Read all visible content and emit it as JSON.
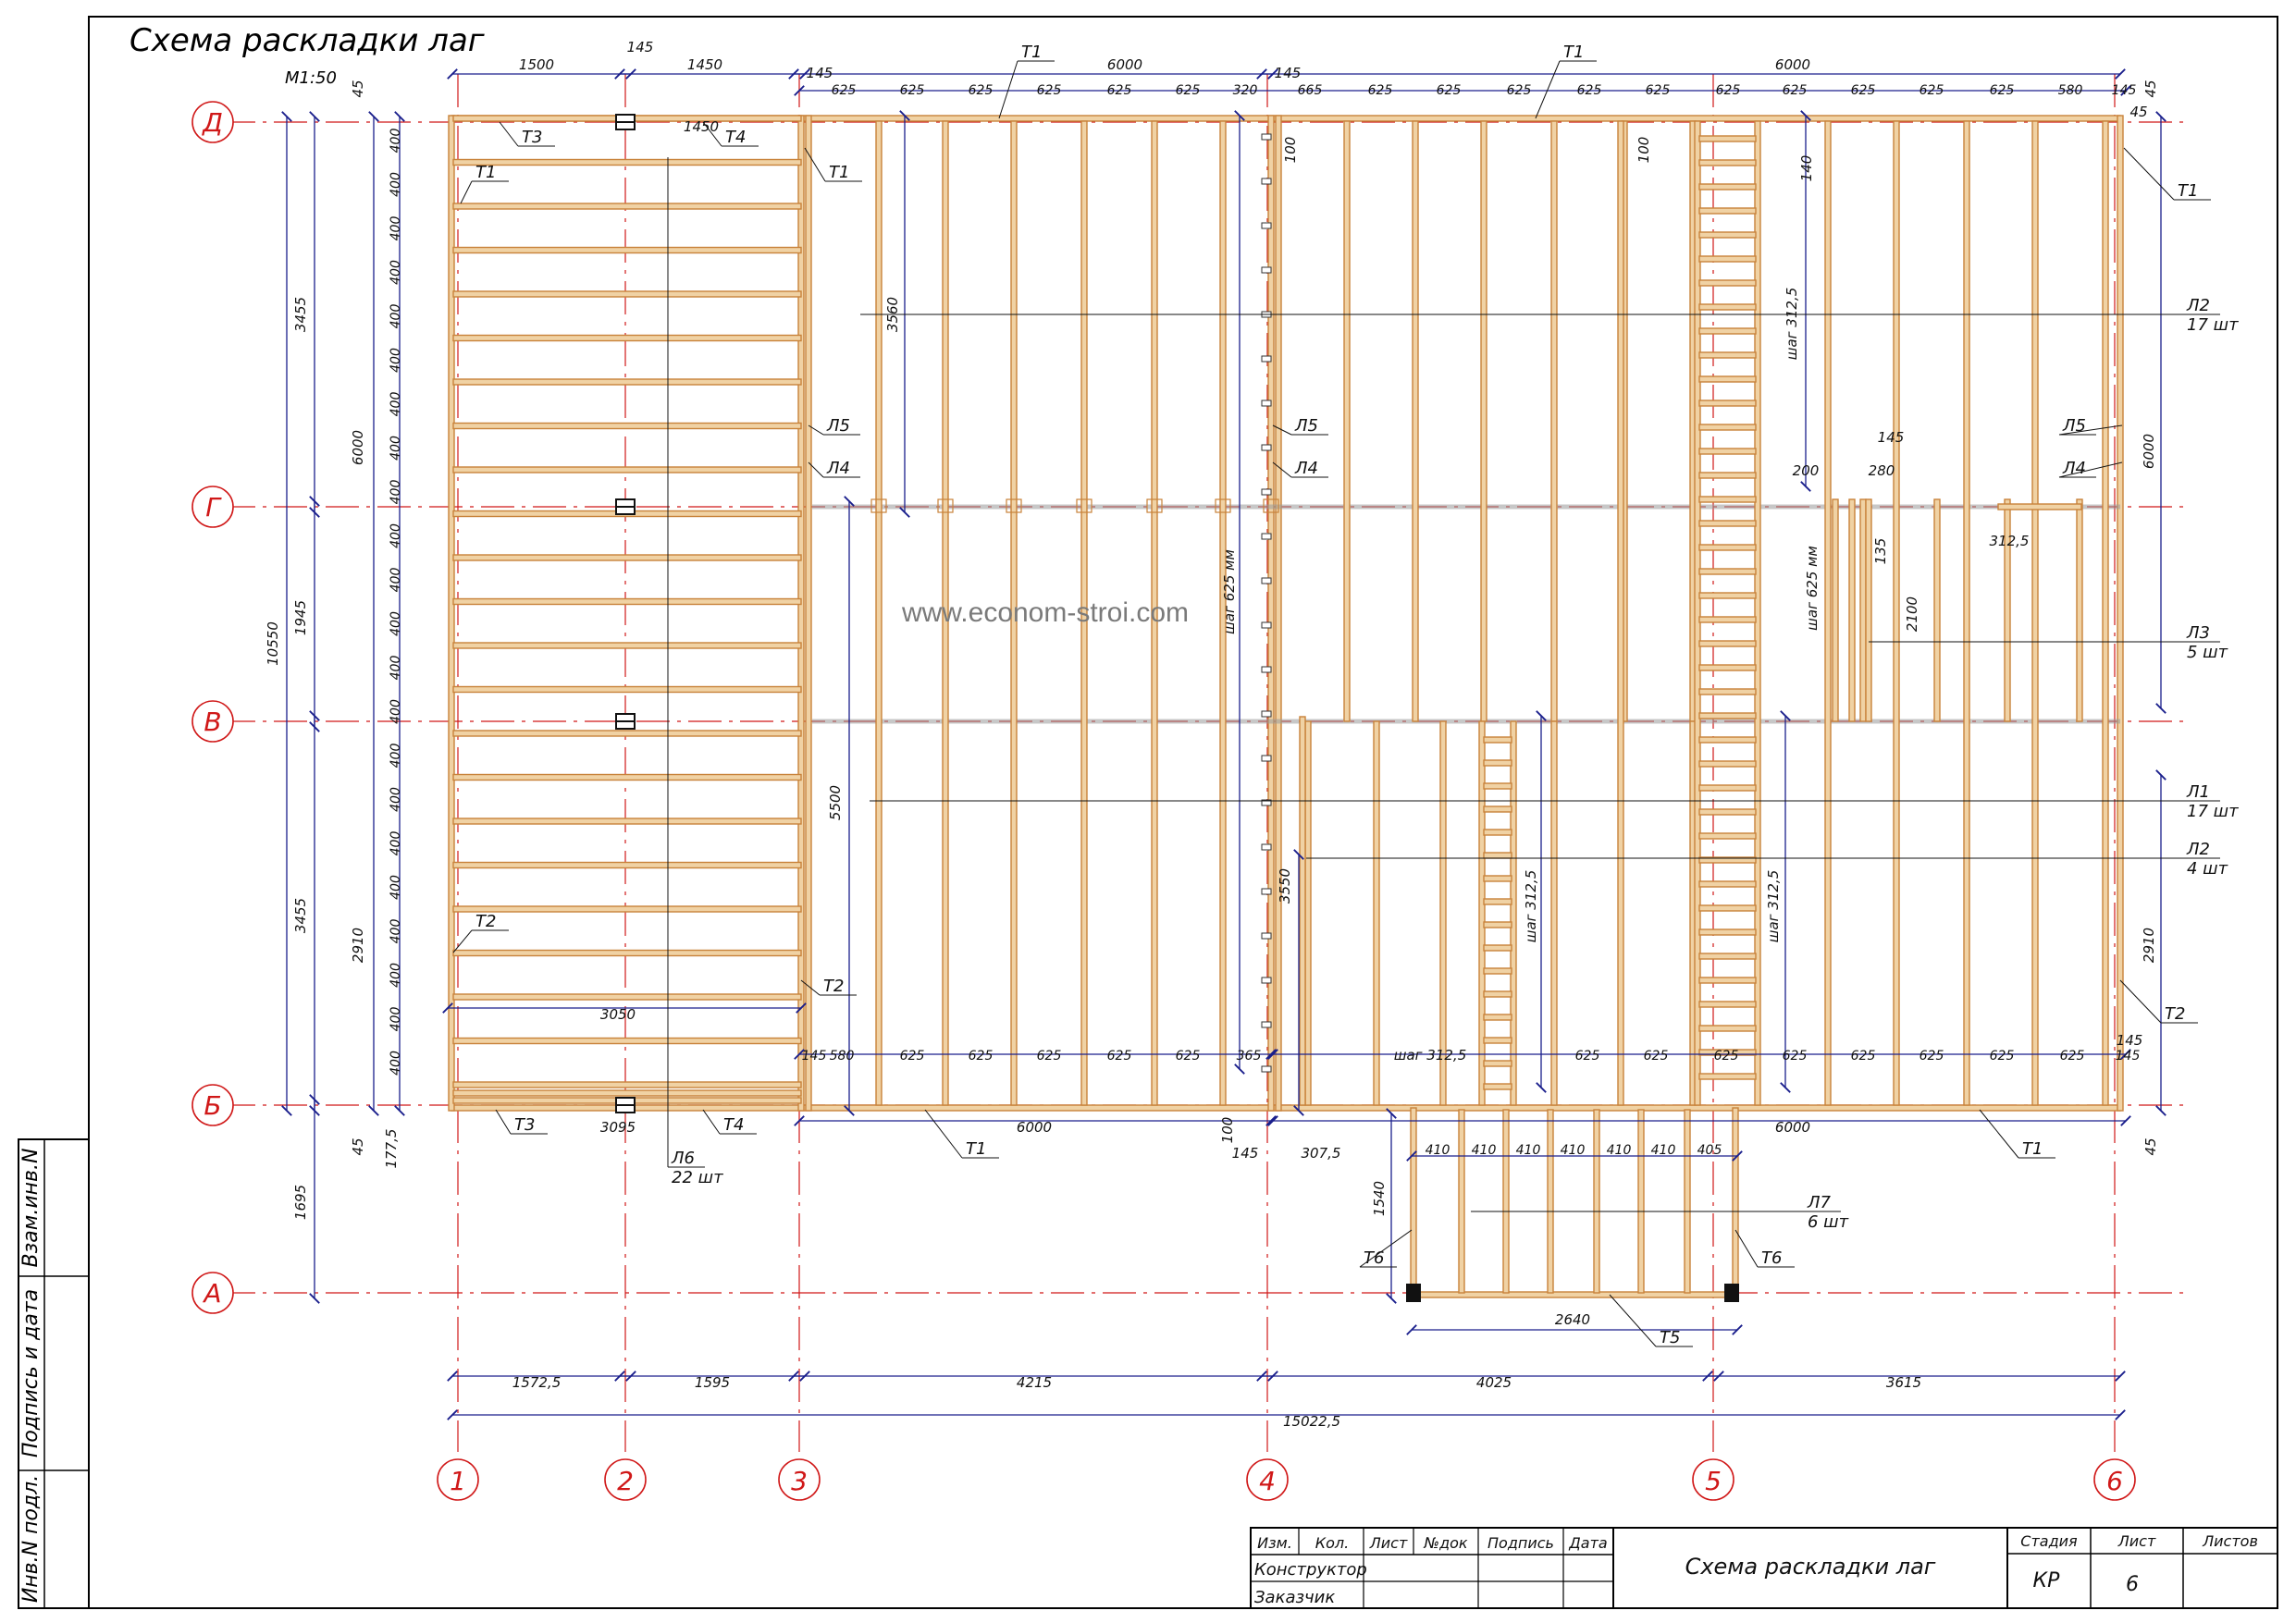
{
  "title": "Схема раскладки лаг",
  "scale": "М1:50",
  "watermark": "www.econom-stroi.com",
  "colors": {
    "beam": "#c8823a",
    "beam_fill": "#f0d2a4",
    "axis": "#d01818",
    "dim": "#1a1f8c",
    "grid": "#9a9a9a"
  },
  "axes_rows": [
    "Д",
    "Г",
    "В",
    "Б",
    "А"
  ],
  "axes_cols": [
    "1",
    "2",
    "3",
    "4",
    "5",
    "6"
  ],
  "dims_top": [
    "1500",
    "145",
    "1450",
    "145",
    "6000",
    "145",
    "6000",
    "45"
  ],
  "dims_top_row2": [
    "625",
    "625",
    "625",
    "625",
    "625",
    "625",
    "320",
    "665",
    "625",
    "625",
    "625",
    "625",
    "625",
    "625",
    "625",
    "625",
    "625",
    "625",
    "580",
    "145"
  ],
  "dims_left": [
    "45",
    "3455",
    "6000",
    "1945",
    "10550",
    "3455",
    "2910",
    "45",
    "177,5",
    "1695"
  ],
  "dim_400": "400",
  "dims_bottom_axes": [
    "1572,5",
    "1595",
    "4215",
    "4025",
    "3615"
  ],
  "dim_total": "15022,5",
  "dims_bottom_row": [
    "145",
    "580",
    "625",
    "625",
    "625",
    "625",
    "625",
    "365",
    "625",
    "625",
    "625",
    "625",
    "625",
    "625",
    "625",
    "625",
    "145"
  ],
  "dims_porch": [
    "410",
    "410",
    "410",
    "410",
    "410",
    "410",
    "405"
  ],
  "misc_dims": {
    "d3050": "3050",
    "d3095": "3095",
    "d1450": "1450",
    "d6000a": "6000",
    "d6000b": "6000",
    "d100a": "100",
    "d100b": "100",
    "d100c": "100",
    "d140": "140",
    "d3560": "3560",
    "d5500": "5500",
    "d3550": "3550",
    "d145a": "145",
    "d307": "307,5",
    "d1540": "1540",
    "d2640": "2640",
    "d200": "200",
    "d280": "280",
    "d145b": "145",
    "d135": "135",
    "d2100": "2100",
    "d312": "312,5",
    "d6000r": "6000",
    "d2910r": "2910",
    "d45r": "45",
    "d45r2": "45",
    "d145r": "145"
  },
  "step_labels": [
    "шаг 312,5",
    "шаг 625 мм",
    "шаг 625 мм",
    "шаг 312,5",
    "шаг 312,5",
    "шаг 312,5"
  ],
  "labels": {
    "T1": "Т1",
    "T2": "Т2",
    "T3": "Т3",
    "T4": "Т4",
    "T5": "Т5",
    "T6": "Т6",
    "L1": "Л1",
    "L2": "Л2",
    "L3": "Л3",
    "L4": "Л4",
    "L5": "Л5",
    "L6": "Л6",
    "L7": "Л7"
  },
  "counts": {
    "L2a": "17 шт",
    "L3": "5 шт",
    "L1": "17 шт",
    "L2b": "4 шт",
    "L6": "22 шт",
    "L7": "6 шт"
  },
  "side_stamp": [
    "Взам.инв.N",
    "Подпись и дата",
    "Инв.N подл."
  ],
  "title_block": {
    "headers": [
      "Изм.",
      "Кол.",
      "Лист",
      "№док",
      "Подпись",
      "Дата"
    ],
    "row_constructor": "Конструктор",
    "row_customer": "Заказчик",
    "drawing_title": "Схема раскладки лаг",
    "stage_header": "Стадия",
    "sheet_header": "Лист",
    "sheets_header": "Листов",
    "stage": "КР",
    "sheet": "6"
  }
}
